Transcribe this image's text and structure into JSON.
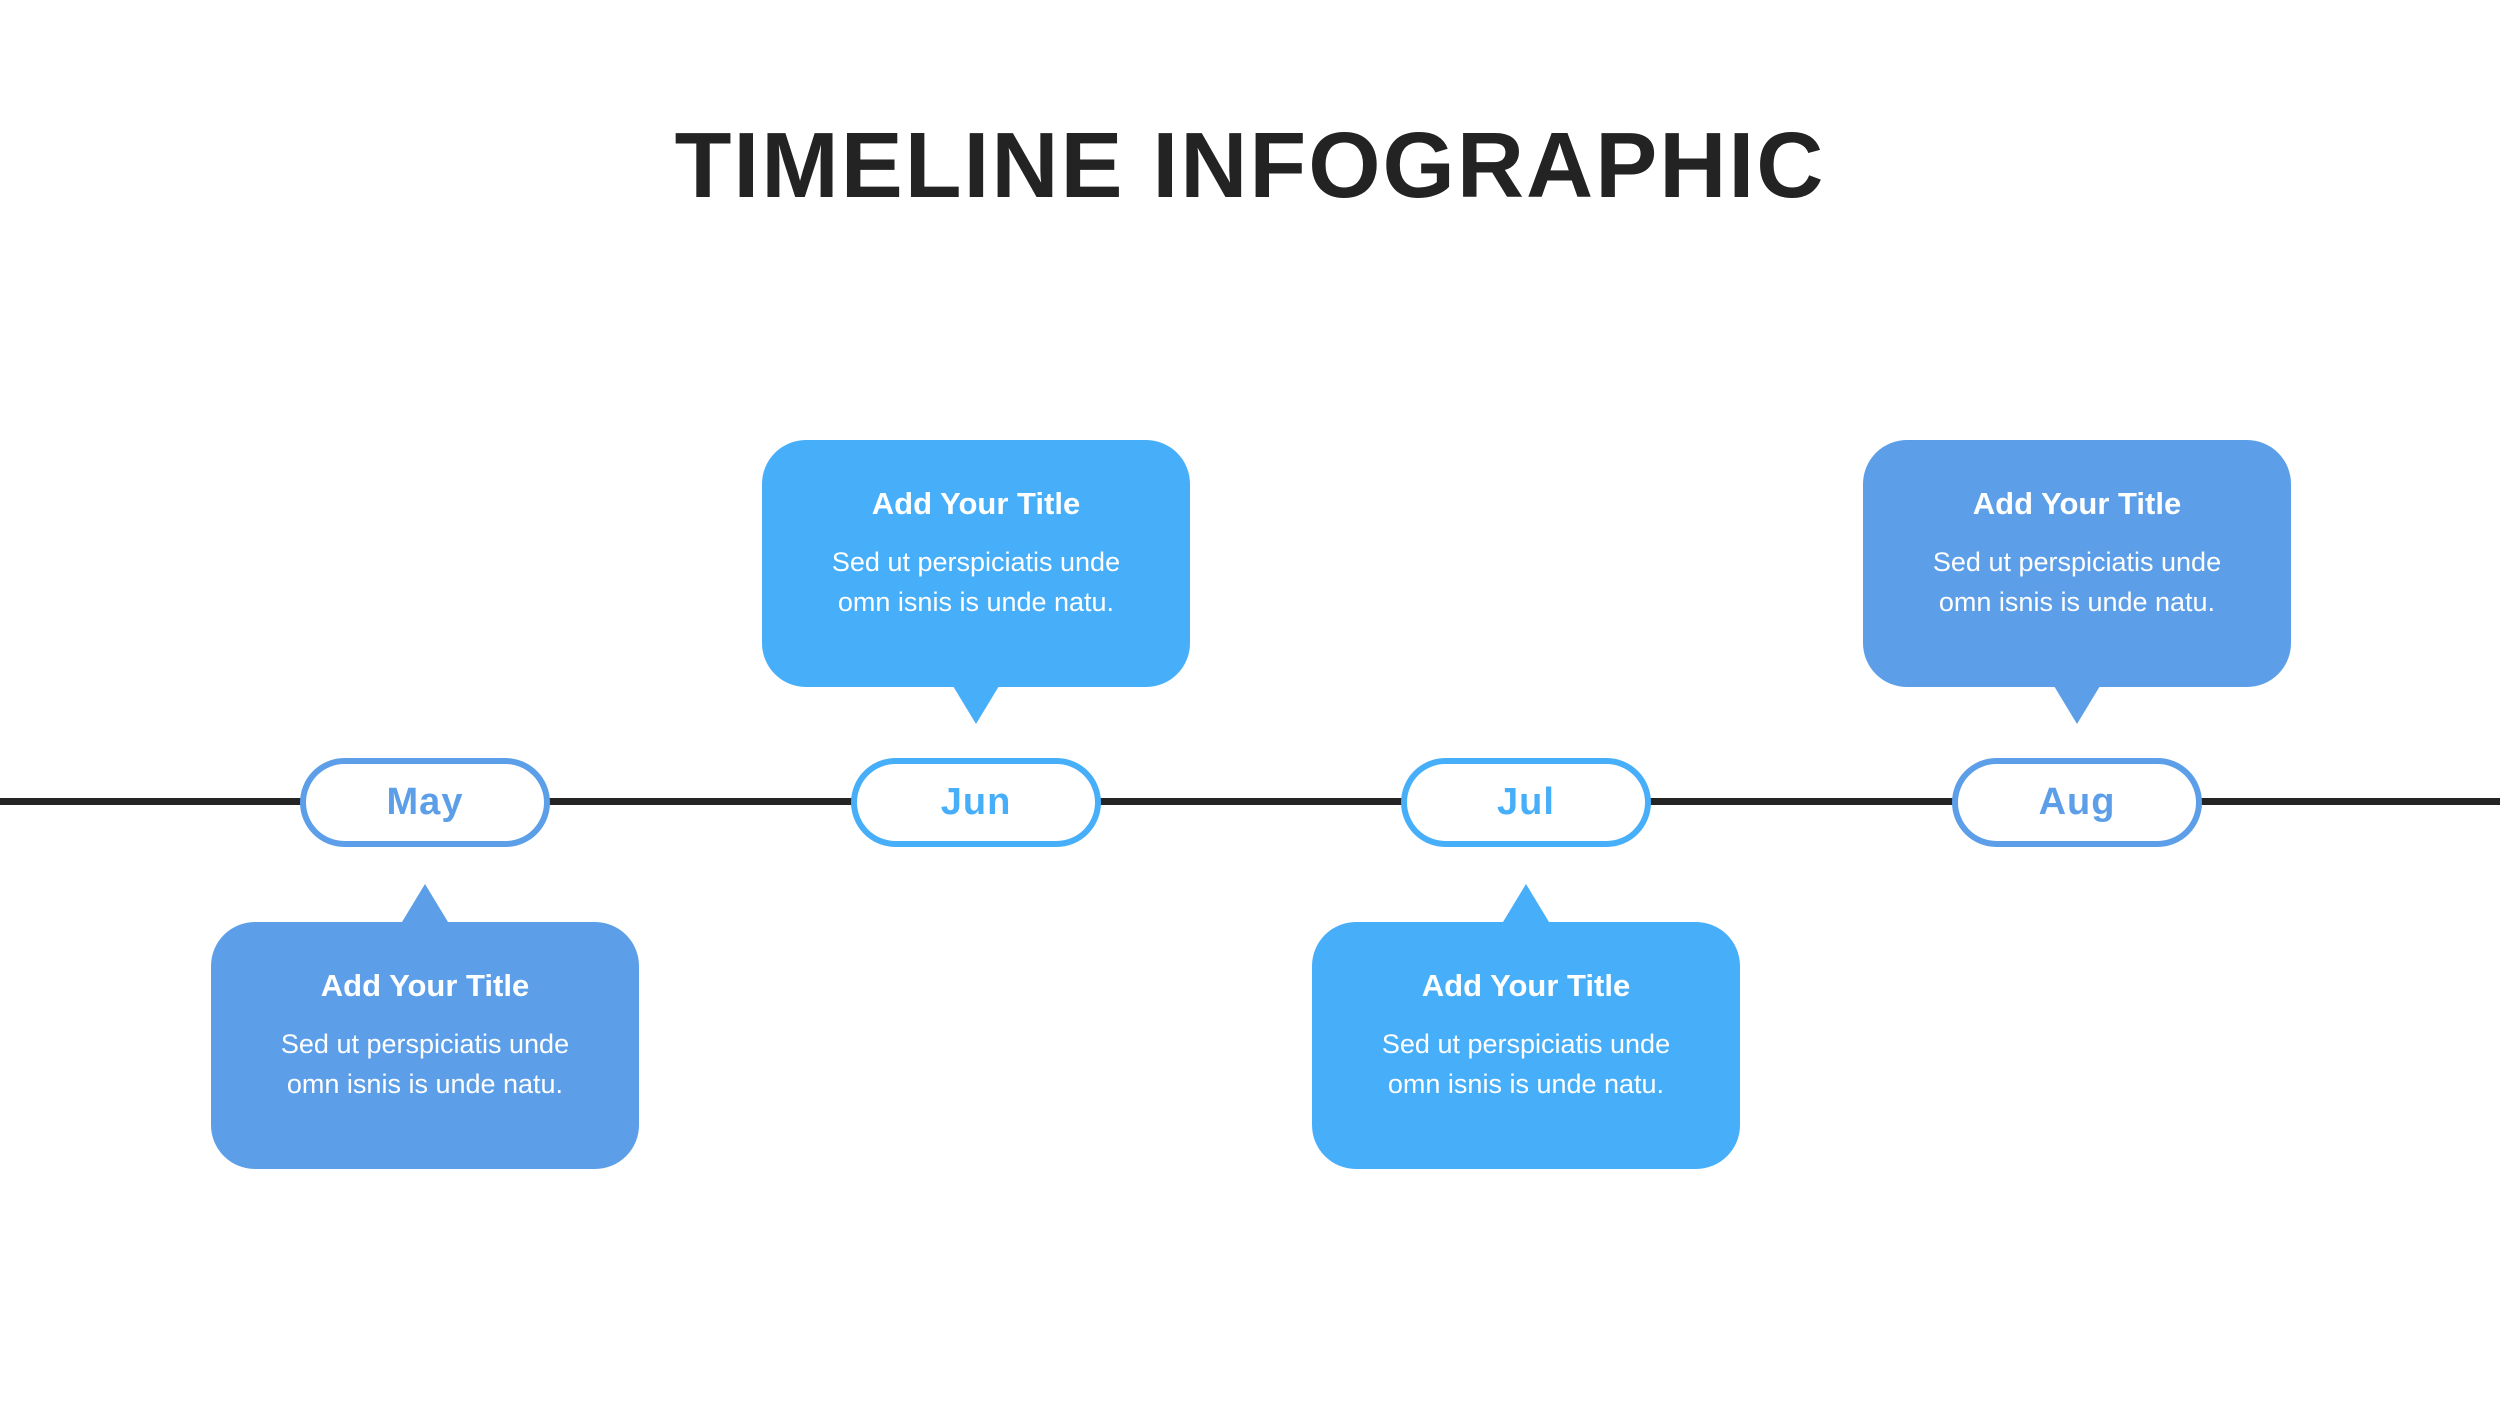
{
  "title": "TIMELINE INFOGRAPHIC",
  "colors": {
    "background": "#ffffff",
    "title_text": "#232323",
    "axis_line": "#242424",
    "accent_muted": "#5c9fe8",
    "accent_bright": "#47aefa",
    "pill_background": "#ffffff",
    "card_text": "#ffffff"
  },
  "timeline": {
    "items": [
      {
        "month": "May",
        "card_side": "below",
        "accent": "accent_muted",
        "card": {
          "title": "Add Your Title",
          "lines": [
            "Sed ut perspiciatis unde",
            "omn isnis is unde natu."
          ]
        }
      },
      {
        "month": "Jun",
        "card_side": "above",
        "accent": "accent_bright",
        "card": {
          "title": "Add Your Title",
          "lines": [
            "Sed ut perspiciatis unde",
            "omn isnis is unde natu."
          ]
        }
      },
      {
        "month": "Jul",
        "card_side": "below",
        "accent": "accent_bright",
        "card": {
          "title": "Add Your Title",
          "lines": [
            "Sed ut perspiciatis unde",
            "omn isnis is unde natu."
          ]
        }
      },
      {
        "month": "Aug",
        "card_side": "above",
        "accent": "accent_muted",
        "card": {
          "title": "Add Your Title",
          "lines": [
            "Sed ut perspiciatis unde",
            "omn isnis is unde natu."
          ]
        }
      }
    ]
  }
}
